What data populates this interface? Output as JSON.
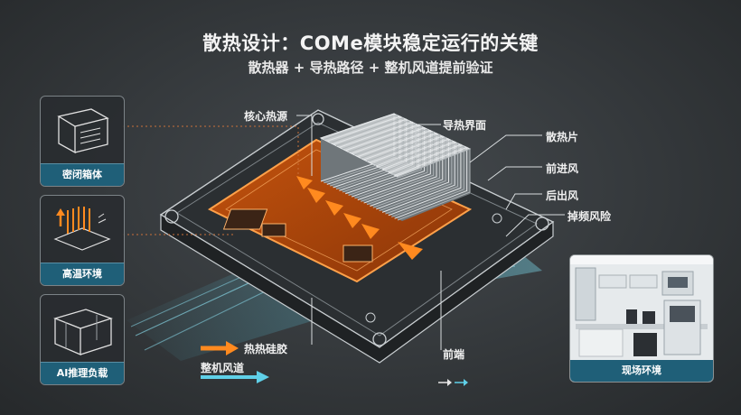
{
  "title": "散热设计：COMe模块稳定运行的关键",
  "subtitle": "散热器 + 导热路径 + 整机风道提前验证",
  "side_cards": [
    {
      "label": "密闭箱体",
      "icon": "enclosure-box-icon"
    },
    {
      "label": "高温环境",
      "icon": "high-temperature-icon"
    },
    {
      "label": "AI推理负载",
      "icon": "ai-load-box-icon"
    }
  ],
  "callouts": {
    "heat_source": "核心热源",
    "thermal_interface": "导热界面",
    "heatsink": "散热片",
    "front_air": "前进风",
    "rear_air": "后出风",
    "throttle_risk": "掉频风险",
    "front_end": "前端"
  },
  "legend": {
    "thermal_paste": "热热硅胶",
    "system_airflow": "整机风道"
  },
  "photo": {
    "label": "现场环境"
  },
  "colors": {
    "hot": "#ff8a1f",
    "air": "#5fd0e8",
    "caption_bg": "#1f5f78"
  }
}
